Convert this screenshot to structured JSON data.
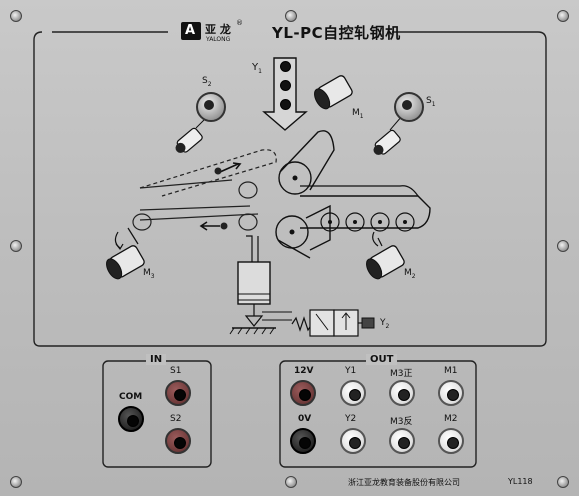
{
  "header": {
    "brand_mark": "A",
    "brand_cn": "亚 龙",
    "brand_reg": "®",
    "brand_en": "YALONG",
    "title": "YL-PC自控轧钢机"
  },
  "diagram": {
    "y1_label": "Y",
    "y1_sub": "1",
    "m1_label": "M",
    "m1_sub": "1",
    "m2_label": "M",
    "m2_sub": "2",
    "m3_label": "M",
    "m3_sub": "3",
    "s1_label": "S",
    "s1_sub": "1",
    "s2_label": "S",
    "s2_sub": "2",
    "y2_label": "Y",
    "y2_sub": "2"
  },
  "in_panel": {
    "title": "IN",
    "com": "COM",
    "s1": "S1",
    "s2": "S2"
  },
  "out_panel": {
    "title": "OUT",
    "v12": "12V",
    "v0": "0V",
    "y1": "Y1",
    "y2": "Y2",
    "m3_fwd": "M3正",
    "m3_rev": "M3反",
    "m1": "M1",
    "m2": "M2"
  },
  "footer": {
    "company": "浙江亚龙教育装备股份有限公司",
    "model": "YL118"
  }
}
